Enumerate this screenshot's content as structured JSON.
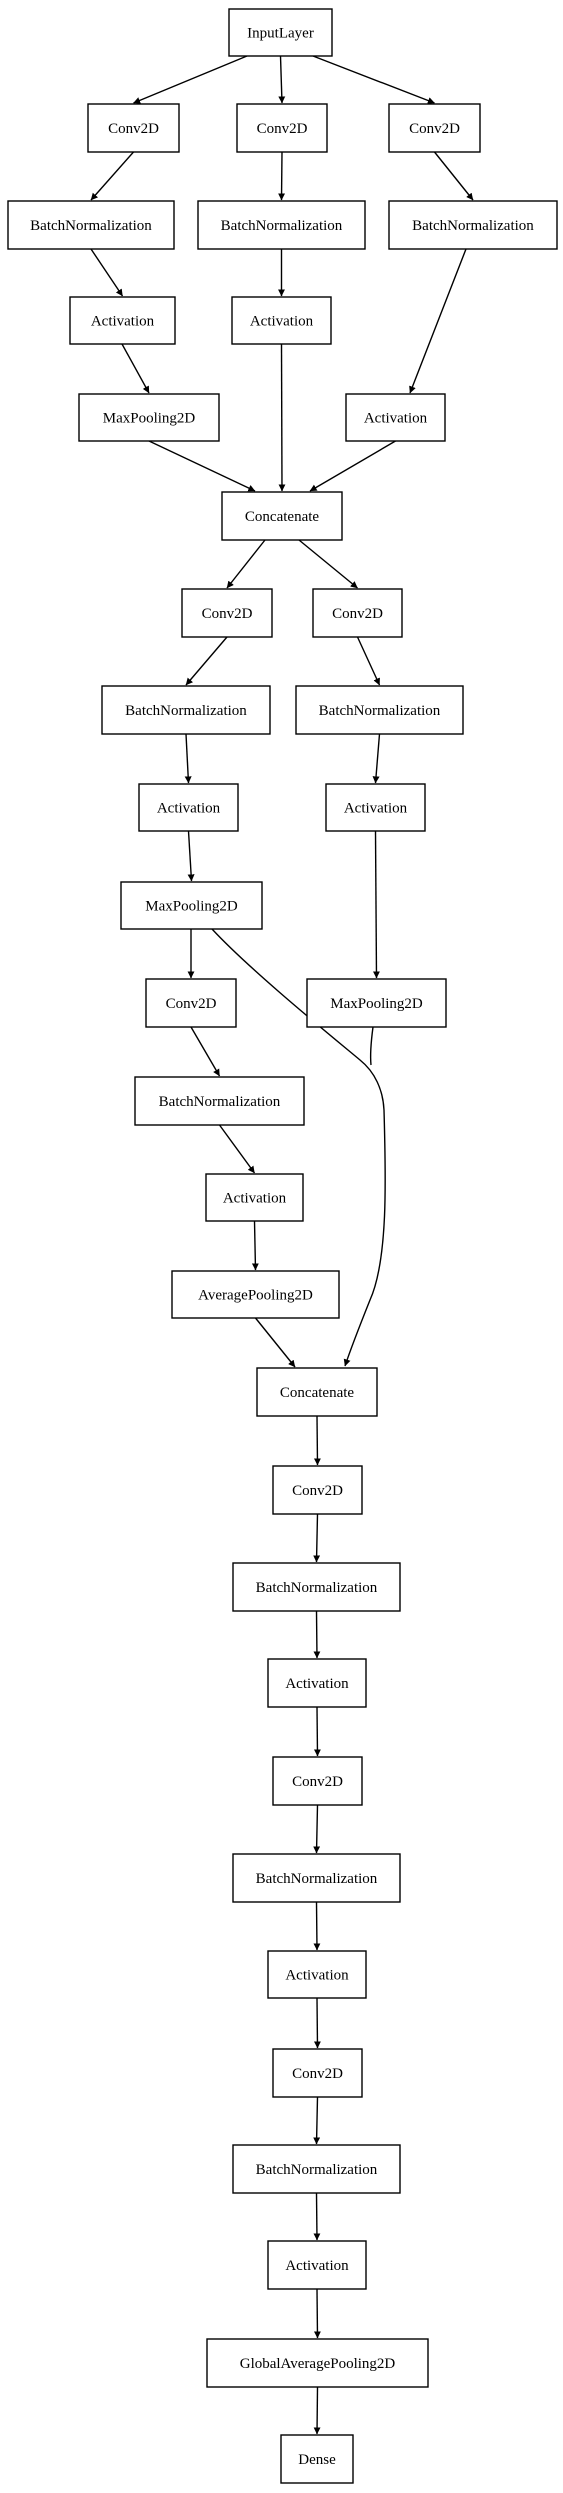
{
  "nodes": [
    {
      "id": "input",
      "label": "InputLayer"
    },
    {
      "id": "conv_a1",
      "label": "Conv2D"
    },
    {
      "id": "conv_b1",
      "label": "Conv2D"
    },
    {
      "id": "conv_c1",
      "label": "Conv2D"
    },
    {
      "id": "bn_a1",
      "label": "BatchNormalization"
    },
    {
      "id": "bn_b1",
      "label": "BatchNormalization"
    },
    {
      "id": "bn_c1",
      "label": "BatchNormalization"
    },
    {
      "id": "act_a1",
      "label": "Activation"
    },
    {
      "id": "act_b1",
      "label": "Activation"
    },
    {
      "id": "maxpool_a1",
      "label": "MaxPooling2D"
    },
    {
      "id": "act_c1",
      "label": "Activation"
    },
    {
      "id": "concat1",
      "label": "Concatenate"
    },
    {
      "id": "conv_a2",
      "label": "Conv2D"
    },
    {
      "id": "conv_b2",
      "label": "Conv2D"
    },
    {
      "id": "bn_a2",
      "label": "BatchNormalization"
    },
    {
      "id": "bn_b2",
      "label": "BatchNormalization"
    },
    {
      "id": "act_a2",
      "label": "Activation"
    },
    {
      "id": "act_b2",
      "label": "Activation"
    },
    {
      "id": "maxpool_a2",
      "label": "MaxPooling2D"
    },
    {
      "id": "conv_a3",
      "label": "Conv2D"
    },
    {
      "id": "maxpool_b2",
      "label": "MaxPooling2D"
    },
    {
      "id": "bn_a3",
      "label": "BatchNormalization"
    },
    {
      "id": "act_a3",
      "label": "Activation"
    },
    {
      "id": "avgpool",
      "label": "AveragePooling2D"
    },
    {
      "id": "concat2",
      "label": "Concatenate"
    },
    {
      "id": "conv_4",
      "label": "Conv2D"
    },
    {
      "id": "bn_4",
      "label": "BatchNormalization"
    },
    {
      "id": "act_4",
      "label": "Activation"
    },
    {
      "id": "conv_5",
      "label": "Conv2D"
    },
    {
      "id": "bn_5",
      "label": "BatchNormalization"
    },
    {
      "id": "act_5",
      "label": "Activation"
    },
    {
      "id": "conv_6",
      "label": "Conv2D"
    },
    {
      "id": "bn_6",
      "label": "BatchNormalization"
    },
    {
      "id": "act_6",
      "label": "Activation"
    },
    {
      "id": "gap",
      "label": "GlobalAveragePooling2D"
    },
    {
      "id": "dense",
      "label": "Dense"
    }
  ],
  "edges": [
    [
      "input",
      "conv_a1"
    ],
    [
      "input",
      "conv_b1"
    ],
    [
      "input",
      "conv_c1"
    ],
    [
      "conv_a1",
      "bn_a1"
    ],
    [
      "conv_b1",
      "bn_b1"
    ],
    [
      "conv_c1",
      "bn_c1"
    ],
    [
      "bn_a1",
      "act_a1"
    ],
    [
      "bn_b1",
      "act_b1"
    ],
    [
      "bn_c1",
      "act_c1"
    ],
    [
      "act_a1",
      "maxpool_a1"
    ],
    [
      "maxpool_a1",
      "concat1"
    ],
    [
      "act_b1",
      "concat1"
    ],
    [
      "act_c1",
      "concat1"
    ],
    [
      "concat1",
      "conv_a2"
    ],
    [
      "concat1",
      "conv_b2"
    ],
    [
      "conv_a2",
      "bn_a2"
    ],
    [
      "conv_b2",
      "bn_b2"
    ],
    [
      "bn_a2",
      "act_a2"
    ],
    [
      "bn_b2",
      "act_b2"
    ],
    [
      "act_a2",
      "maxpool_a2"
    ],
    [
      "act_b2",
      "maxpool_b2"
    ],
    [
      "maxpool_a2",
      "conv_a3"
    ],
    [
      "conv_a3",
      "bn_a3"
    ],
    [
      "bn_a3",
      "act_a3"
    ],
    [
      "act_a3",
      "avgpool"
    ],
    [
      "avgpool",
      "concat2"
    ],
    [
      "maxpool_a2",
      "concat2"
    ],
    [
      "maxpool_b2",
      "concat2"
    ],
    [
      "concat2",
      "conv_4"
    ],
    [
      "conv_4",
      "bn_4"
    ],
    [
      "bn_4",
      "act_4"
    ],
    [
      "act_4",
      "conv_5"
    ],
    [
      "conv_5",
      "bn_5"
    ],
    [
      "bn_5",
      "act_5"
    ],
    [
      "act_5",
      "conv_6"
    ],
    [
      "conv_6",
      "bn_6"
    ],
    [
      "bn_6",
      "act_6"
    ],
    [
      "act_6",
      "gap"
    ],
    [
      "gap",
      "dense"
    ]
  ]
}
